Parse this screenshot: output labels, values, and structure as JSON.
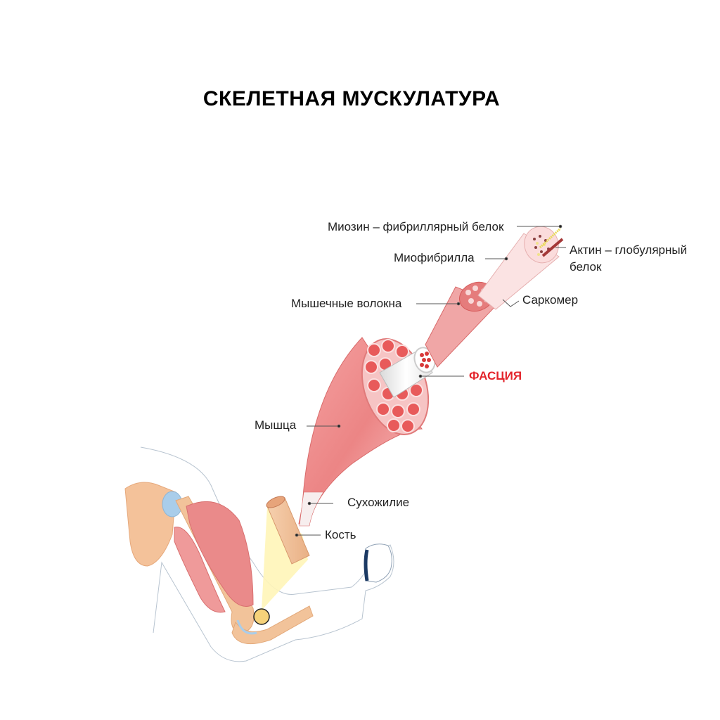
{
  "title": "СКЕЛЕТНАЯ МУСКУЛАТУРА",
  "labels": {
    "myosin": "Миозин – фибриллярный белок",
    "actin_line1": "Актин – глобулярный",
    "actin_line2": "белок",
    "myofibril": "Миофибрилла",
    "sarcomere": "Саркомер",
    "muscle_fibers": "Мышечные волокна",
    "fascia": "ФАСЦИЯ",
    "muscle": "Мышца",
    "tendon": "Сухожилие",
    "bone": "Кость"
  },
  "colors": {
    "muscle": "#ef8f8f",
    "fascia_label": "#e3242b",
    "bone": "#f2c39a",
    "joint": "#a9cdea",
    "highlight": "#fff5b8"
  }
}
